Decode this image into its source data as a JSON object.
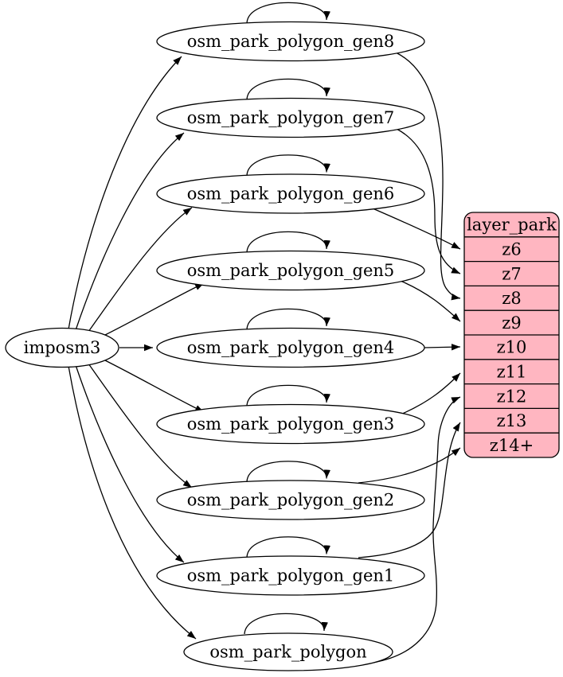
{
  "diagram": {
    "source": {
      "label": "imposm3"
    },
    "tables": [
      {
        "label": "osm_park_polygon_gen8"
      },
      {
        "label": "osm_park_polygon_gen7"
      },
      {
        "label": "osm_park_polygon_gen6"
      },
      {
        "label": "osm_park_polygon_gen5"
      },
      {
        "label": "osm_park_polygon_gen4"
      },
      {
        "label": "osm_park_polygon_gen3"
      },
      {
        "label": "osm_park_polygon_gen2"
      },
      {
        "label": "osm_park_polygon_gen1"
      },
      {
        "label": "osm_park_polygon"
      }
    ],
    "layer": {
      "title": "layer_park",
      "rows": [
        "z6",
        "z7",
        "z8",
        "z9",
        "z10",
        "z11",
        "z12",
        "z13",
        "z14+"
      ]
    },
    "edges": {
      "from_source_to": [
        "osm_park_polygon_gen8",
        "osm_park_polygon_gen7",
        "osm_park_polygon_gen6",
        "osm_park_polygon_gen5",
        "osm_park_polygon_gen4",
        "osm_park_polygon_gen3",
        "osm_park_polygon_gen2",
        "osm_park_polygon_gen1",
        "osm_park_polygon"
      ],
      "self_loops_on": [
        "osm_park_polygon_gen8",
        "osm_park_polygon_gen7",
        "osm_park_polygon_gen6",
        "osm_park_polygon_gen5",
        "osm_park_polygon_gen4",
        "osm_park_polygon_gen3",
        "osm_park_polygon_gen2",
        "osm_park_polygon_gen1",
        "osm_park_polygon"
      ],
      "to_layer_rows": [
        {
          "from": "osm_park_polygon_gen6",
          "to": "z6"
        },
        {
          "from": "osm_park_polygon_gen7",
          "to": "z7"
        },
        {
          "from": "osm_park_polygon_gen8",
          "to": "z8"
        },
        {
          "from": "osm_park_polygon_gen5",
          "to": "z9"
        },
        {
          "from": "osm_park_polygon_gen4",
          "to": "z10"
        },
        {
          "from": "osm_park_polygon_gen3",
          "to": "z11"
        },
        {
          "from": "osm_park_polygon",
          "to": "z12"
        },
        {
          "from": "osm_park_polygon_gen1",
          "to": "z13"
        },
        {
          "from": "osm_park_polygon_gen2",
          "to": "z14+"
        }
      ]
    },
    "colors": {
      "layer_fill": "#ffb6c1",
      "node_fill": "#ffffff",
      "stroke": "#000000",
      "background": "#ffffff"
    }
  }
}
